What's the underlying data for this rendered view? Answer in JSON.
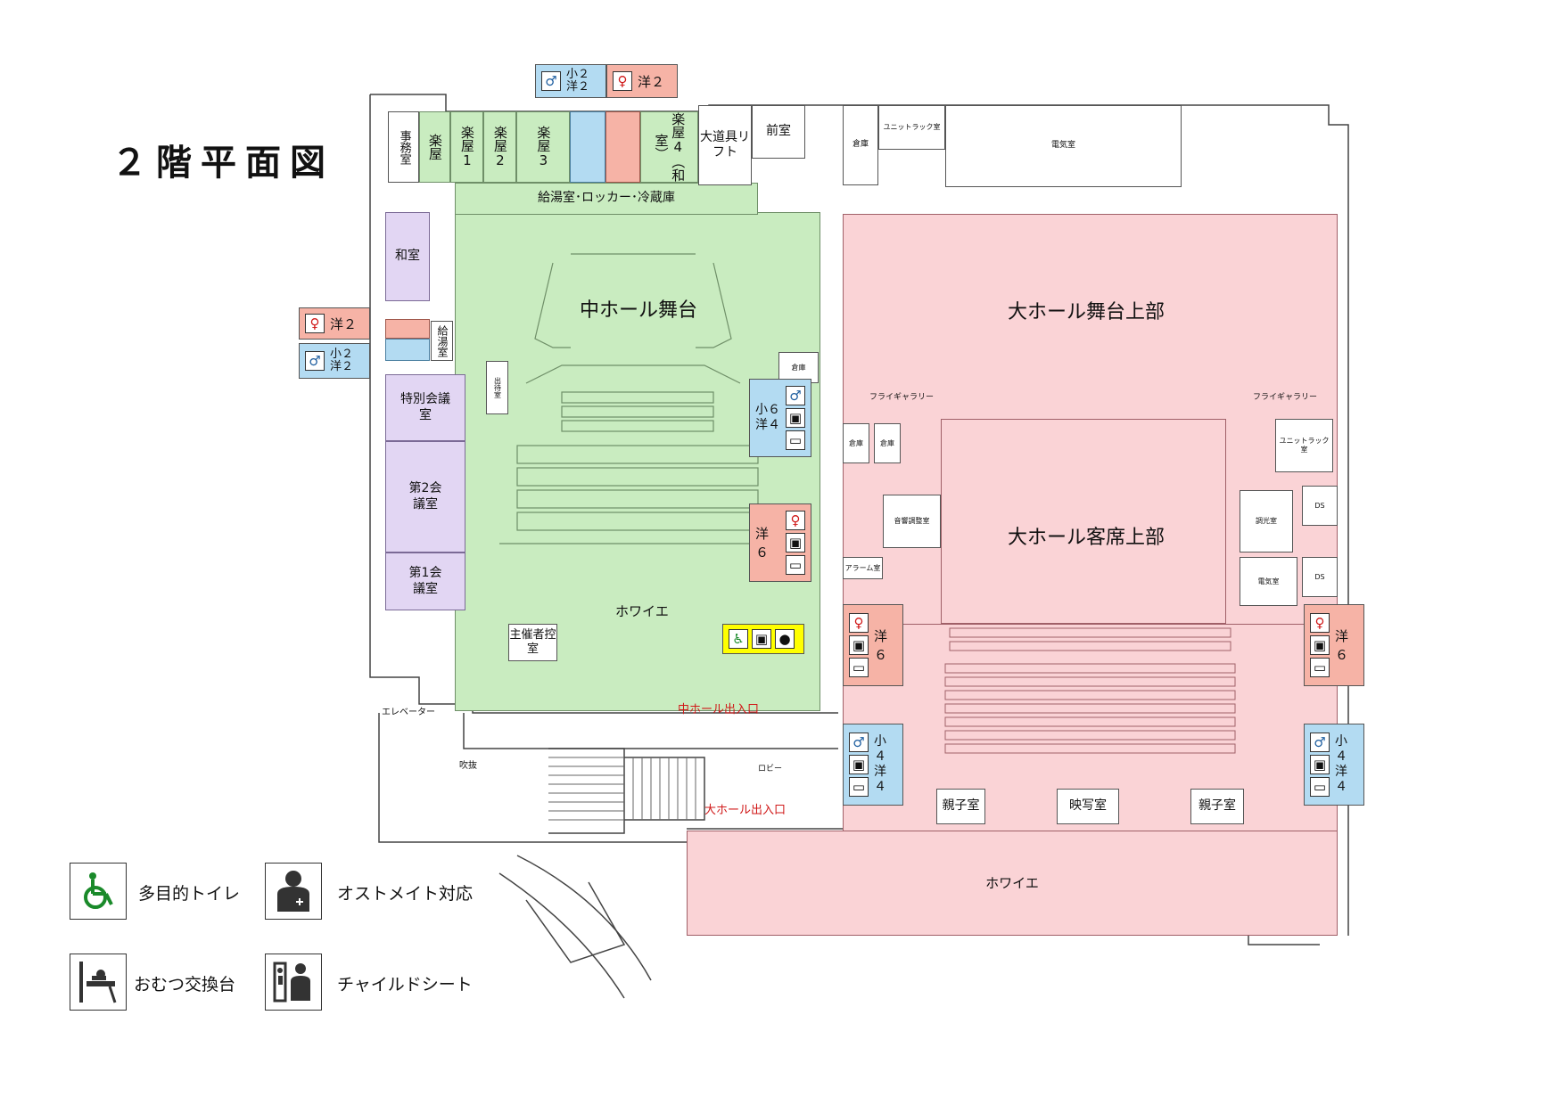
{
  "title": "２階平面図",
  "colors": {
    "middle_hall": "#c9ecc0",
    "large_hall": "#fad3d6",
    "meeting": "#e2d6f3",
    "mens": "#b3dbf2",
    "womens": "#f6b3a6",
    "multipurpose": "#ffff00"
  },
  "middle_hall": {
    "stage": "中ホール舞台",
    "foyer": "ホワイエ",
    "entrance": "中ホール出入口",
    "service_bar": "給湯室･ロッカー･冷蔵庫",
    "dressing_rooms": [
      "楽屋1",
      "楽屋2",
      "楽屋3",
      "楽屋4（和室）"
    ],
    "office": "事務室",
    "dressing": "楽屋",
    "host_room": "主催者控室",
    "waiting": "出待室",
    "big_prop_lift": "大道具リフト",
    "front_room": "前室",
    "storage": "倉庫"
  },
  "large_hall": {
    "stage_upper": "大ホール舞台上部",
    "seats_upper": "大ホール客席上部",
    "foyer": "ホワイエ",
    "entrance": "大ホール出入口",
    "fly_gallery": "フライギャラリー",
    "projection": "映写室",
    "parent_child": "親子室",
    "electric": "電気室",
    "unit_rack": "ユニットラック室",
    "storage": "倉庫",
    "dimmer": "調光室",
    "ds": "DS",
    "alarm": "アラーム室",
    "sound": "音響調整室"
  },
  "west": {
    "japanese_room": "和室",
    "kitchen": "給湯室",
    "special_meeting": "特別会議室",
    "meeting2": "第2会議室",
    "meeting1": "第1会議室",
    "elevator": "エレベーター",
    "atrium": "吹抜",
    "lobby": "ロビー"
  },
  "toilets": {
    "top_men": [
      "小２",
      "洋２"
    ],
    "top_women": "洋２",
    "left_women": "洋２",
    "left_men": [
      "小２",
      "洋２"
    ],
    "mid_men": [
      "小６",
      "洋４"
    ],
    "mid_women": "洋６",
    "large_left_women": "洋６",
    "large_right_women": "洋６",
    "large_left_men": [
      "小４",
      "洋４"
    ],
    "large_right_men": [
      "小４",
      "洋４"
    ]
  },
  "legend": {
    "multipurpose": "多目的トイレ",
    "ostomate": "オストメイト対応",
    "diaper": "おむつ交換台",
    "child_seat": "チャイルドシート"
  }
}
